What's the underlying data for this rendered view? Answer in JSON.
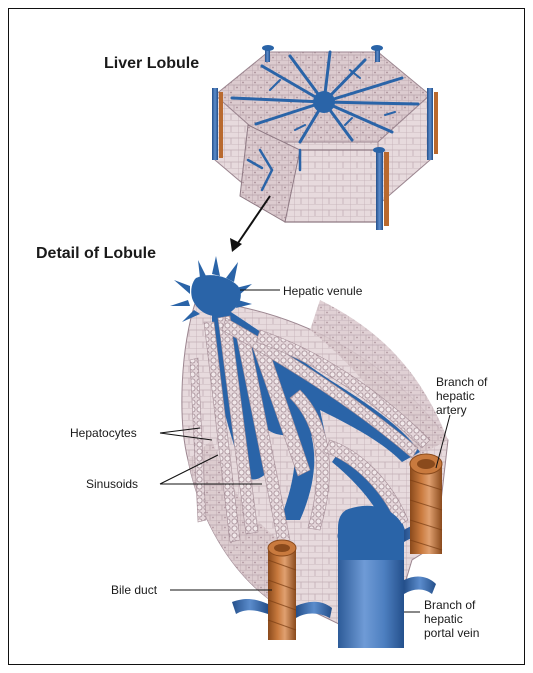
{
  "headings": {
    "top": "Liver Lobule",
    "detail": "Detail of Lobule"
  },
  "labels": {
    "hepatic_venule": "Hepatic venule",
    "hepatocytes": "Hepatocytes",
    "sinusoids": "Sinusoids",
    "bile_duct": "Bile duct",
    "artery_line1": "Branch of",
    "artery_line2": "hepatic",
    "artery_line3": "artery",
    "portal_line1": "Branch of",
    "portal_line2": "hepatic",
    "portal_line3": "portal vein"
  },
  "colors": {
    "vein": "#2a64a8",
    "vein_dark": "#1d4f8f",
    "tissue": "#d9c9cd",
    "tissue_cell_line": "#b39ea6",
    "artery": "#b9692e",
    "artery_dark": "#8a4a1c",
    "portal_vein": "#4f7fbf"
  }
}
